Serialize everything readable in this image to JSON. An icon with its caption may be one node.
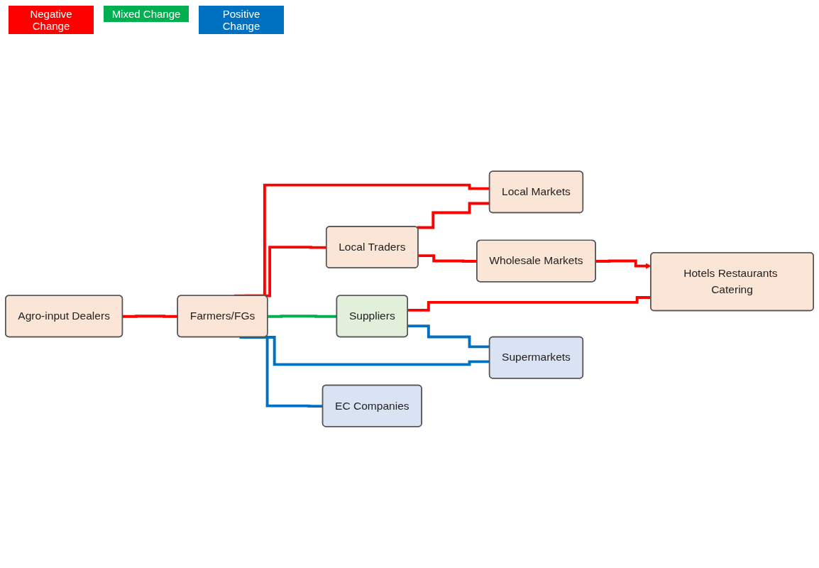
{
  "diagram": {
    "nodes": [
      {
        "text": [
          "Agro-input Dealers"
        ]
      },
      {
        "text": [
          "Farmers/FGs"
        ]
      },
      {
        "text": [
          "Local Traders"
        ]
      },
      {
        "text": [
          "Local Markets"
        ]
      },
      {
        "text": [
          "Wholesale Markets"
        ]
      },
      {
        "text": [
          "Suppliers"
        ]
      },
      {
        "text": [
          "Hotels Restaurants Catering"
        ]
      },
      {
        "text": [
          "Supermarkets"
        ]
      },
      {
        "text": [
          "EC Companies"
        ]
      }
    ],
    "edges": [
      {
        "from": 0,
        "to": 1,
        "arrow": "none"
      },
      {
        "from": 1,
        "to": 3,
        "arrow": "none"
      },
      {
        "from": 1,
        "to": 2,
        "arrow": "none"
      },
      {
        "from": 2,
        "to": 3,
        "arrow": "none"
      },
      {
        "from": 2,
        "to": 4,
        "arrow": "none"
      },
      {
        "from": 4,
        "to": 6,
        "arrow": "to"
      },
      {
        "from": 1,
        "to": 5,
        "arrow": "none",
        "color": "#00b050"
      },
      {
        "from": 5,
        "to": 6,
        "arrow": "none"
      },
      {
        "from": 5,
        "to": 7,
        "arrow": "none",
        "color": "#0070c0"
      },
      {
        "from": 1,
        "to": 7,
        "arrow": "none",
        "color": "#0070c0"
      },
      {
        "from": 1,
        "to": 8,
        "arrow": "none",
        "color": "#0070c0"
      }
    ],
    "legend": [
      {
        "text": "Negative Change",
        "color": "#ff0000"
      },
      {
        "text": "Mixed Change",
        "color": "#00b050"
      },
      {
        "text": "Positive Change",
        "color": "#0070c0"
      }
    ]
  }
}
